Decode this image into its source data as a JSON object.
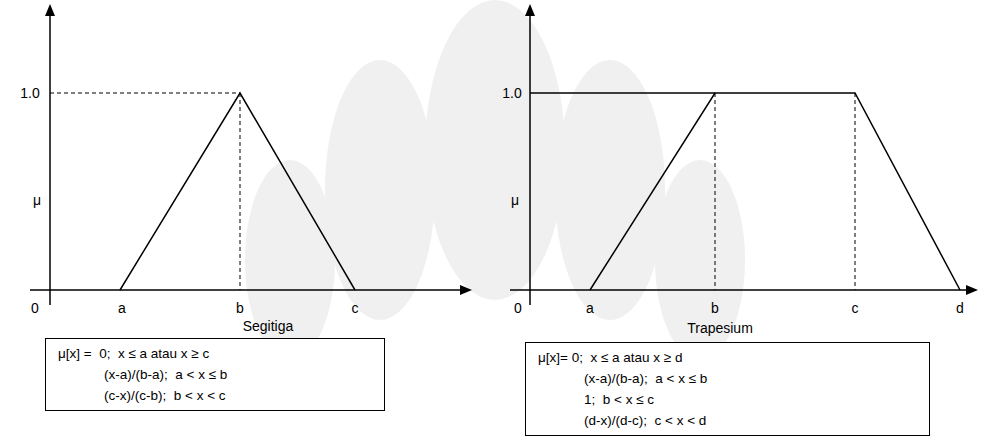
{
  "diagram": {
    "nodes": [
      {
        "text": [
          "μ[x] =  0;  x ≤ a atau x ≥ c",
          "(x-a)/(b-a);  a < x ≤ b",
          "(c-x)/(c-b);  b < x < c"
        ]
      },
      {
        "text": [
          "μ[x]= 0;  x ≤ a atau x ≥ d",
          "(x-a)/(b-a);  a < x ≤ b",
          "1;  b < x ≤ c",
          "(d-x)/(d-c);  c < x < d"
        ]
      }
    ],
    "labels": [
      "1.0",
      "μ",
      "0",
      "a",
      "b",
      "c",
      "Segitiga",
      "1.0",
      "μ",
      "0",
      "a",
      "b",
      "c",
      "d",
      "Trapesium"
    ]
  }
}
